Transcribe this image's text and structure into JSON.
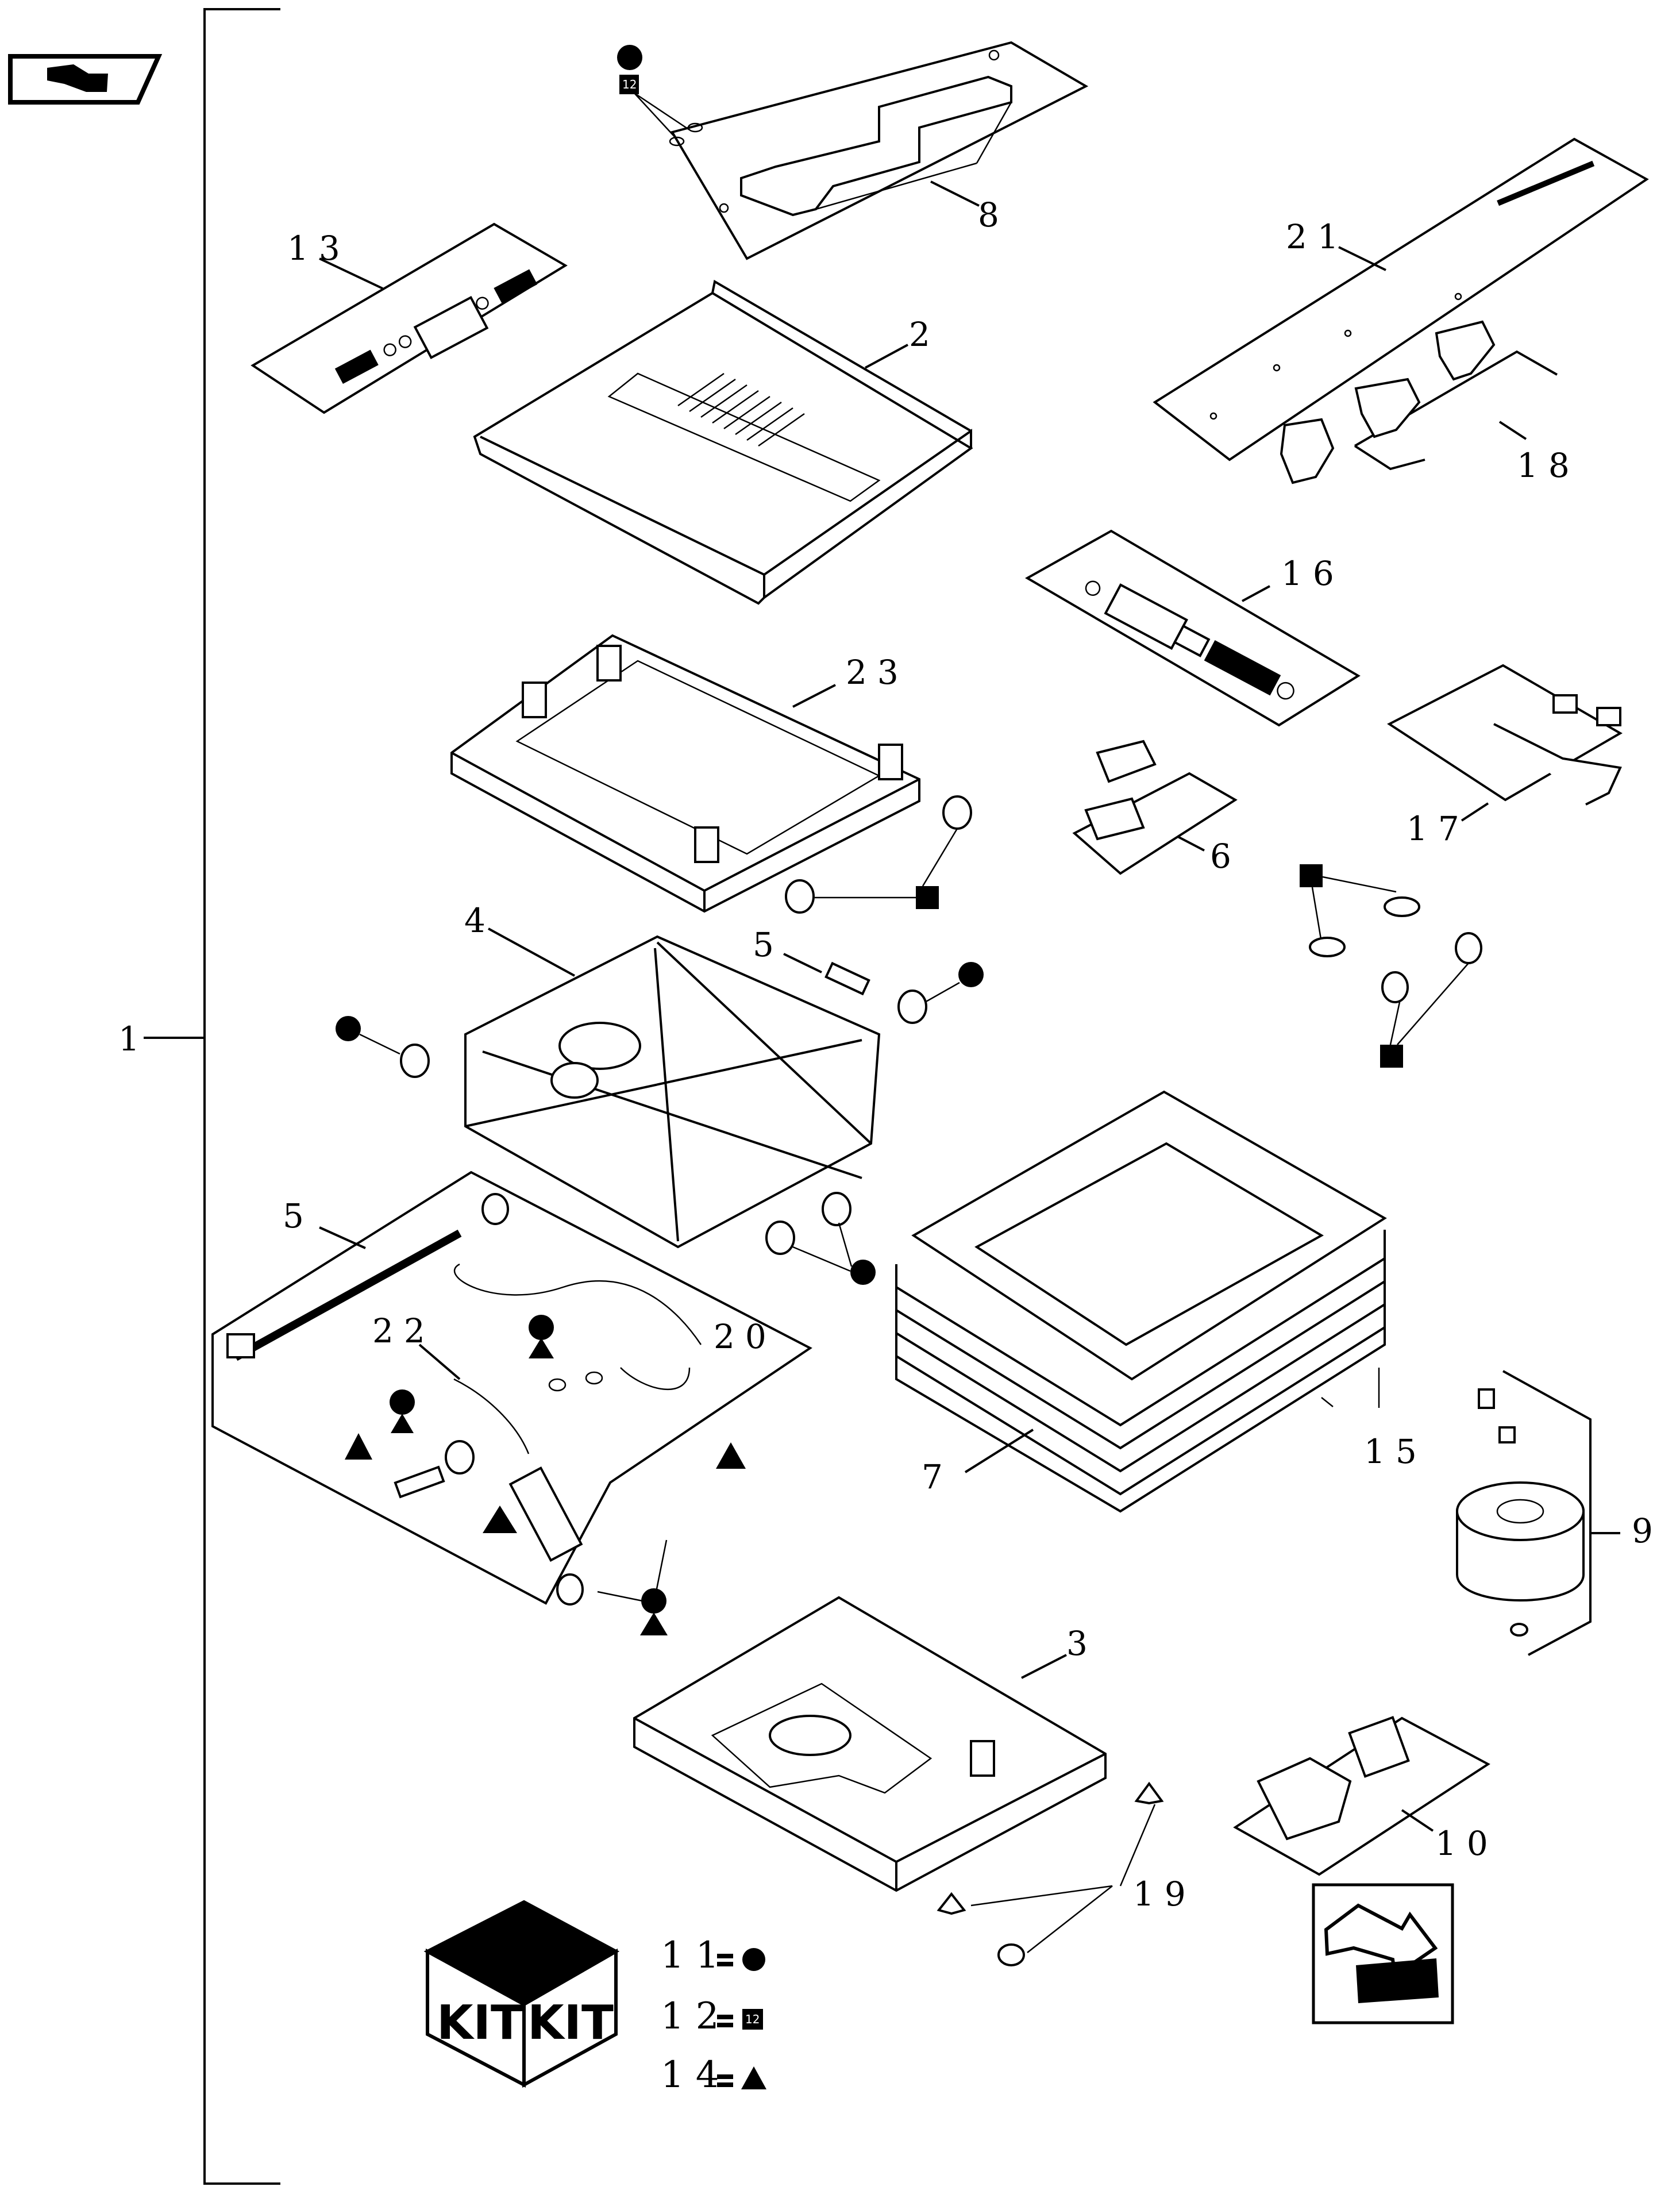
{
  "callouts": {
    "c1": "1",
    "c2": "2",
    "c3": "3",
    "c4": "4",
    "c5a": "5",
    "c5b": "5",
    "c6": "6",
    "c7": "7",
    "c8": "8",
    "c9": "9",
    "c10": "10",
    "c13": "13",
    "c15": "15",
    "c16": "16",
    "c17": "17",
    "c18": "18",
    "c19": "19",
    "c20": "20",
    "c21": "21",
    "c22": "22",
    "c23": "23"
  },
  "box_label": "12",
  "kit_label": "KIT",
  "legend": [
    {
      "number": "11",
      "symbol": "circle"
    },
    {
      "number": "12",
      "symbol": "square-12"
    },
    {
      "number": "14",
      "symbol": "triangle"
    }
  ],
  "icons": {
    "top_left": "book-hand-icon",
    "bottom_right": "next-page-arrow-icon"
  },
  "colors": {
    "ink": "#000000",
    "paper": "#ffffff"
  }
}
